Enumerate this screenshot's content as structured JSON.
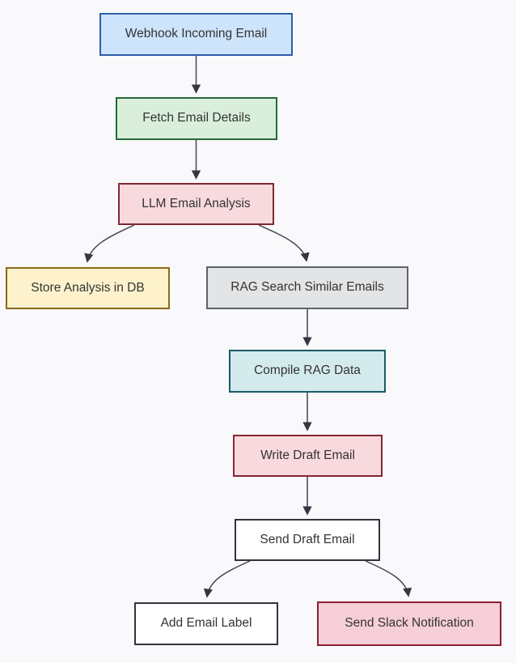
{
  "diagram": {
    "type": "flowchart",
    "direction": "top-down",
    "background_color": "#f9f9fb",
    "edge_color": "#45464c",
    "arrowhead_color": "#333840",
    "text_color": "#333333",
    "nodes": [
      {
        "id": "webhook",
        "label": "Webhook Incoming Email",
        "fill": "#cde4fa",
        "border": "#2c5fa8"
      },
      {
        "id": "fetch",
        "label": "Fetch Email Details",
        "fill": "#d9efdb",
        "border": "#27683a"
      },
      {
        "id": "llm",
        "label": "LLM Email Analysis",
        "fill": "#f8d9dd",
        "border": "#822735"
      },
      {
        "id": "store",
        "label": "Store Analysis in DB",
        "fill": "#fdf2cc",
        "border": "#8a6a18"
      },
      {
        "id": "rag",
        "label": "RAG Search Similar Emails",
        "fill": "#e3e4e6",
        "border": "#5c636b"
      },
      {
        "id": "compile",
        "label": "Compile RAG Data",
        "fill": "#d4ebee",
        "border": "#1b5a66"
      },
      {
        "id": "write",
        "label": "Write Draft Email",
        "fill": "#f8d9dd",
        "border": "#822735"
      },
      {
        "id": "send_draft",
        "label": "Send Draft Email",
        "fill": "#ffffff",
        "border": "#2f353d"
      },
      {
        "id": "add_label",
        "label": "Add Email Label",
        "fill": "#ffffff",
        "border": "#2f353d"
      },
      {
        "id": "slack",
        "label": "Send Slack Notification",
        "fill": "#f6ced7",
        "border": "#8b1f33"
      }
    ],
    "edges": [
      {
        "from": "webhook",
        "to": "fetch"
      },
      {
        "from": "fetch",
        "to": "llm"
      },
      {
        "from": "llm",
        "to": "store"
      },
      {
        "from": "llm",
        "to": "rag"
      },
      {
        "from": "rag",
        "to": "compile"
      },
      {
        "from": "compile",
        "to": "write"
      },
      {
        "from": "write",
        "to": "send_draft"
      },
      {
        "from": "send_draft",
        "to": "add_label"
      },
      {
        "from": "send_draft",
        "to": "slack"
      }
    ]
  }
}
